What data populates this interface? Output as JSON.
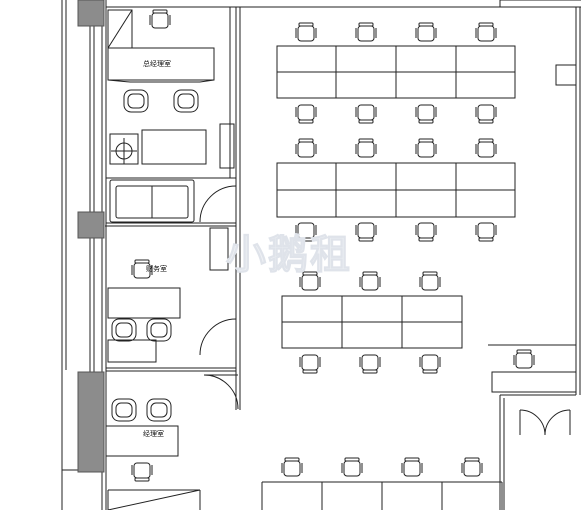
{
  "rooms": {
    "general_manager_office": {
      "label": "总经理室"
    },
    "finance_room": {
      "label": "财务室"
    },
    "manager_office": {
      "label": "经理室"
    }
  },
  "watermark": {
    "text": "小鹅租"
  },
  "colors": {
    "line": "#222222",
    "pillar": "#8c8c8c",
    "background": "#ffffff",
    "watermark": "#e6e9ef"
  },
  "icons": {
    "chair": "office-chair-icon",
    "armchair": "armchair-icon",
    "sofa": "sofa-icon",
    "plant": "potted-plant-icon",
    "door": "door-swing-icon"
  }
}
